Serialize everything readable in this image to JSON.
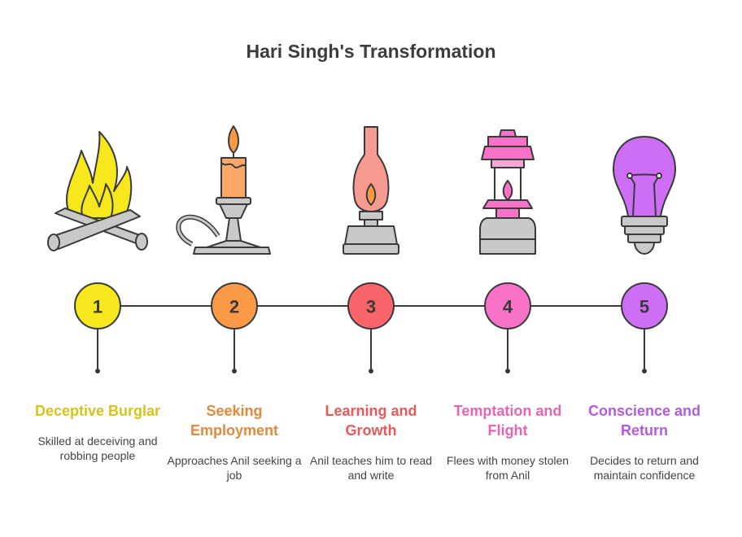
{
  "title": "Hari Singh's Transformation",
  "steps": [
    {
      "number": "1",
      "heading": "Deceptive Burglar",
      "description": "Skilled at deceiving and robbing people",
      "color": "#f6e81c",
      "heading_color": "#d9c21a",
      "icon": "campfire-icon"
    },
    {
      "number": "2",
      "heading": "Seeking Employment",
      "description": "Approaches Anil seeking a job",
      "color": "#fb9a46",
      "heading_color": "#e08a3c",
      "icon": "candle-icon"
    },
    {
      "number": "3",
      "heading": "Learning and Growth",
      "description": "Anil teaches him to read and write",
      "color": "#f8666a",
      "heading_color": "#e85a5a",
      "icon": "oil-lamp-icon"
    },
    {
      "number": "4",
      "heading": "Temptation and Flight",
      "description": "Flees with money stolen from Anil",
      "color": "#f872c7",
      "heading_color": "#e664b4",
      "icon": "lantern-icon"
    },
    {
      "number": "5",
      "heading": "Conscience and Return",
      "description": "Decides to return and maintain confidence",
      "color": "#cd6ef5",
      "heading_color": "#b35be0",
      "icon": "light-bulb-icon"
    }
  ]
}
